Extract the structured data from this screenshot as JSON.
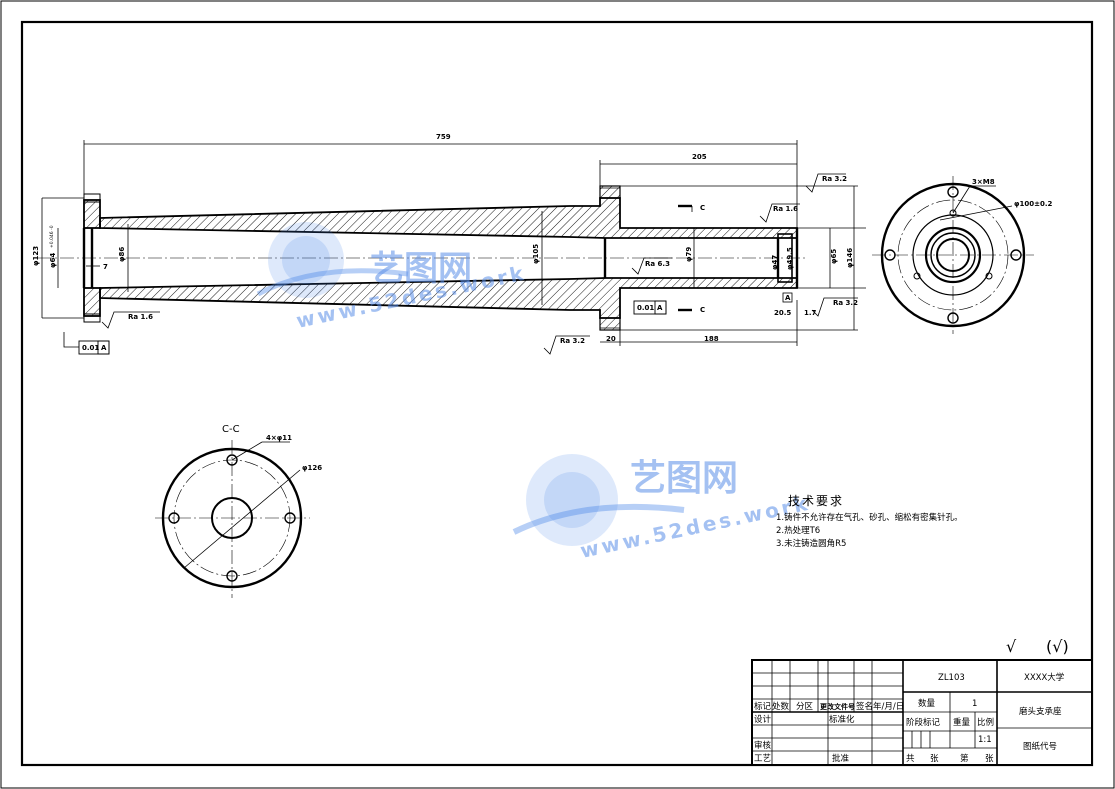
{
  "dimensions": {
    "overall_length": "759",
    "right_section_length": "205",
    "right_bore_length": "188",
    "flange_width": "20",
    "dia_123": "φ123",
    "dia_64": "φ64",
    "tol_64": "+0.046 -0",
    "dia_86": "φ86",
    "dia_105": "φ105",
    "dia_79": "φ79",
    "dia_47": "φ47",
    "dia_49_5": "φ49.5",
    "dia_65": "φ65",
    "dia_146": "φ146",
    "small_7": "7",
    "d_20_5": "20.5",
    "d_1_7": "1.7",
    "chamfer_c": "C",
    "view_c1": "C",
    "view_c2": "C",
    "datum_a": "A"
  },
  "roughness": {
    "r1": "Ra 3.2",
    "r2": "Ra 1.6",
    "r3": "Ra 6.3",
    "r4": "Ra 1.6",
    "r5": "Ra 3.2",
    "r6": "Ra 3.2"
  },
  "tolerance_frames": {
    "left_value": "0.01",
    "left_datum": "A",
    "mid_value": "0.01",
    "mid_datum": "A"
  },
  "end_view": {
    "holes": "3×M8",
    "pcd": "φ100±0.2"
  },
  "section_view": {
    "title": "C-C",
    "holes": "4×φ11",
    "pcd": "φ126"
  },
  "watermark": {
    "brand": "艺图网",
    "url": "www.52des.work"
  },
  "tech_requirements": {
    "title": "技术要求",
    "items": [
      "1.铸件不允许存在气孔、砂孔、缩松有密集针孔。",
      "2.热处理T6",
      "3.未注铸造圆角R5"
    ]
  },
  "general_roughness": {
    "symbol": "√",
    "bracket": "(√)"
  },
  "title_block": {
    "material": "ZL103",
    "school": "XXXX大学",
    "part_name": "磨头支承座",
    "drawing_code": "图纸代号",
    "quantity_label": "数量",
    "quantity_value": "1",
    "stage_label": "阶段标记",
    "weight_label": "重量",
    "scale_label": "比例",
    "scale_value": "1:1",
    "total_label": "共",
    "sheet_unit1": "张",
    "sheet_label": "第",
    "sheet_unit2": "张",
    "mark": "标记",
    "count": "处数",
    "zone": "分区",
    "change_doc": "更改文件号",
    "sign": "签名",
    "date": "年/月/日",
    "design": "设计",
    "standardize": "标准化",
    "check": "审核",
    "process": "工艺",
    "approve": "批准"
  }
}
